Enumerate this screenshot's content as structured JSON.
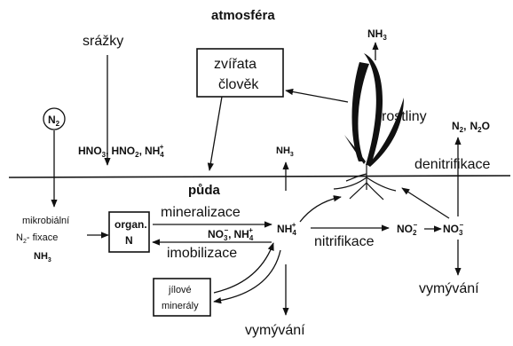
{
  "labels": {
    "atmosfera": "atmosféra",
    "srazky": "srážky",
    "zvirata": "zvířata",
    "clovek": "člověk",
    "rostliny": "rostliny",
    "puda": "půda",
    "mineralizace": "mineralizace",
    "imobilizace": "imobilizace",
    "nitrifikace": "nitrifikace",
    "denitrifikace": "denitrifikace",
    "vymyvani": "vymývání",
    "mikrobialni": "mikrobiální",
    "fixace": "- fixace",
    "organ": "organ.",
    "organ_n": "N",
    "jilove": "jílové",
    "mineraly": "minerály"
  },
  "chem": {
    "n2": "N",
    "n2_sub": "2",
    "nh3": "NH",
    "nh3_sub": "3",
    "hno3": "HNO",
    "hno3_sub": "3",
    "hno2": "HNO",
    "hno2_sub": "2",
    "nh4": "NH",
    "nh4_sub": "4",
    "nh4_sup": "+",
    "no3": "NO",
    "no3_sub": "3",
    "no2": "NO",
    "no2_sub": "2",
    "minus": "−",
    "n2o": "N",
    "n2o_tail": "O",
    "comma": ","
  },
  "colors": {
    "ink": "#111111",
    "background": "#ffffff"
  }
}
